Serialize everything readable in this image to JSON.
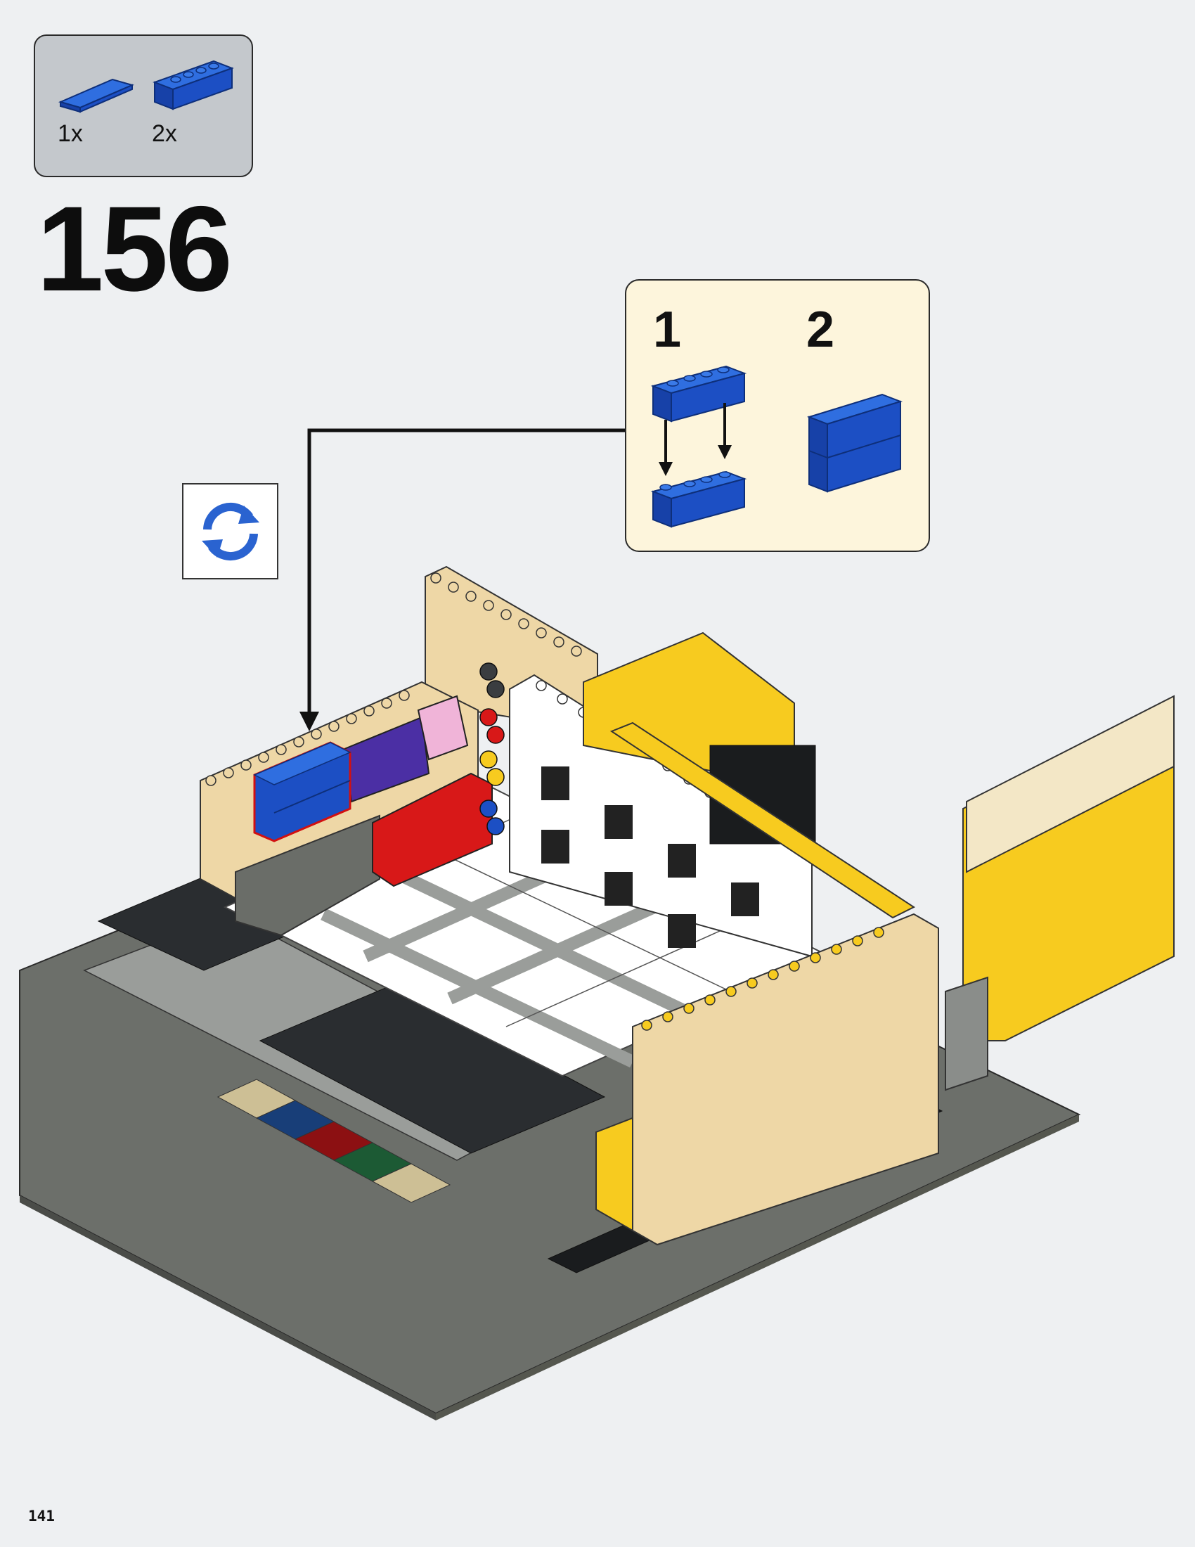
{
  "parts_list": {
    "items": [
      {
        "part": "blue-tile-1x4",
        "quantity": "1x"
      },
      {
        "part": "blue-brick-1x4",
        "quantity": "2x"
      }
    ]
  },
  "step": {
    "number": "156"
  },
  "sub_steps": {
    "first": "1",
    "second": "2"
  },
  "rotate_icon": "rotate-model-icon",
  "page": {
    "number": "141"
  },
  "colors": {
    "blue": "#1c4fc4",
    "tan": "#eed7a6",
    "yellow": "#f7cb1f",
    "background": "#eef0f2",
    "callout": "#fdf5dc"
  }
}
